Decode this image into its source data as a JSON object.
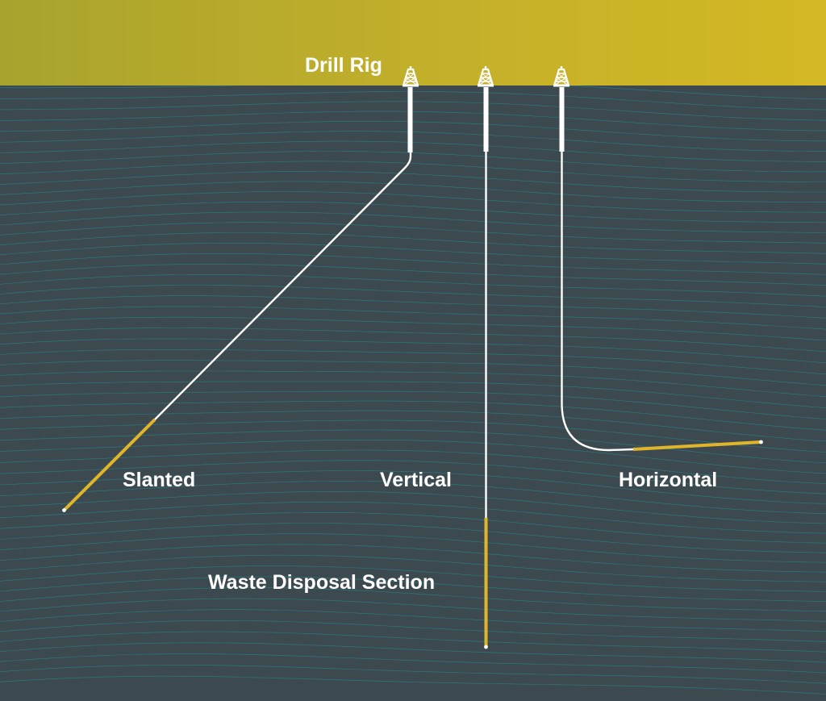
{
  "diagram": {
    "surface_label": "Drill Rig",
    "wells": [
      {
        "id": "slanted",
        "label": "Slanted"
      },
      {
        "id": "vertical",
        "label": "Vertical"
      },
      {
        "id": "horizontal",
        "label": "Horizontal"
      }
    ],
    "zone_label": "Waste Disposal Section"
  },
  "colors": {
    "surface": "#c4b02a",
    "ground": "#3c4a50",
    "strata_lines": "#1fa5b5",
    "borehole": "#ffffff",
    "disposal_section": "#e0b52a",
    "label_text": "#ffffff"
  },
  "icons": [
    "drill-rig-icon"
  ]
}
